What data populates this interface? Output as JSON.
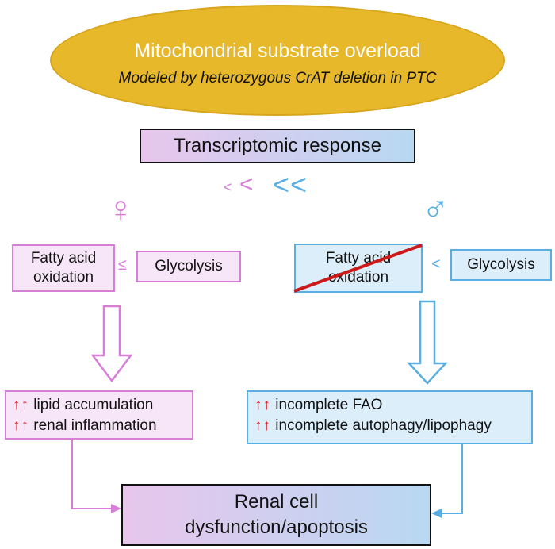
{
  "top_ellipse": {
    "title": "Mitochondrial substrate overload",
    "subtitle": "Modeled by heterozygous CrAT deletion in PTC"
  },
  "response_box": {
    "label": "Transcriptomic response"
  },
  "comparison": {
    "small": "<",
    "small_pink": "<",
    "big1": "<",
    "big2": "<"
  },
  "female": {
    "symbol": "♀",
    "fao_line1": "Fatty acid",
    "fao_line2": "oxidation",
    "relation": "≤",
    "glycolysis": "Glycolysis",
    "outcome_arrows": "↑↑",
    "outcome1": "lipid accumulation",
    "outcome2": "renal inflammation"
  },
  "male": {
    "symbol": "♂",
    "fao_line1": "Fatty acid",
    "fao_line2": "oxidation",
    "relation": "<",
    "glycolysis": "Glycolysis",
    "outcome_arrows": "↑↑",
    "outcome1": "incomplete FAO",
    "outcome2": "incomplete autophagy/lipophagy"
  },
  "final_box": {
    "line1": "Renal cell",
    "line2": "dysfunction/apoptosis"
  },
  "colors": {
    "pink": "#d77fd7",
    "blue": "#5aaee2",
    "red": "#e0161c",
    "gold": "#e8b82b"
  }
}
